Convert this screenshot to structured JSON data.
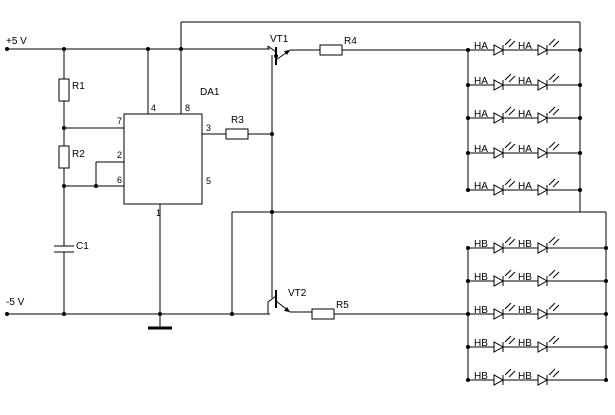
{
  "rails": {
    "plus": "+5 V",
    "minus": "-5 V"
  },
  "resistors": {
    "r1": "R1",
    "r2": "R2",
    "r3": "R3",
    "r4": "R4",
    "r5": "R5"
  },
  "capacitor": "C1",
  "ic": {
    "name": "DA1",
    "pins": {
      "p1": "1",
      "p2": "2",
      "p3": "3",
      "p4": "4",
      "p5": "5",
      "p6": "6",
      "p7": "7",
      "p8": "8"
    }
  },
  "transistors": {
    "vt1": "VT1",
    "vt2": "VT2"
  },
  "led_groups": {
    "a": "HA",
    "b": "HB"
  }
}
